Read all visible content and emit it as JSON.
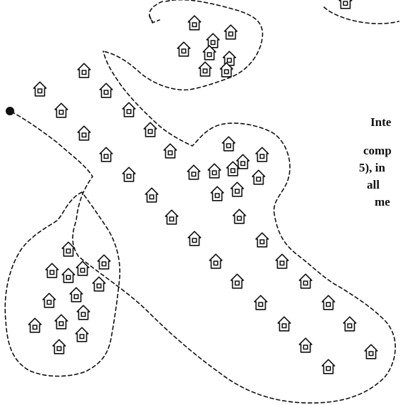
{
  "text_fragments": [
    "Inte",
    "comp",
    "5), in",
    "all",
    "me"
  ],
  "icons": {
    "house": "house-icon",
    "start": "start-point-icon",
    "arrow": "arrow-head-icon"
  },
  "colors": {
    "line": "#111111",
    "background": "#ffffff"
  }
}
